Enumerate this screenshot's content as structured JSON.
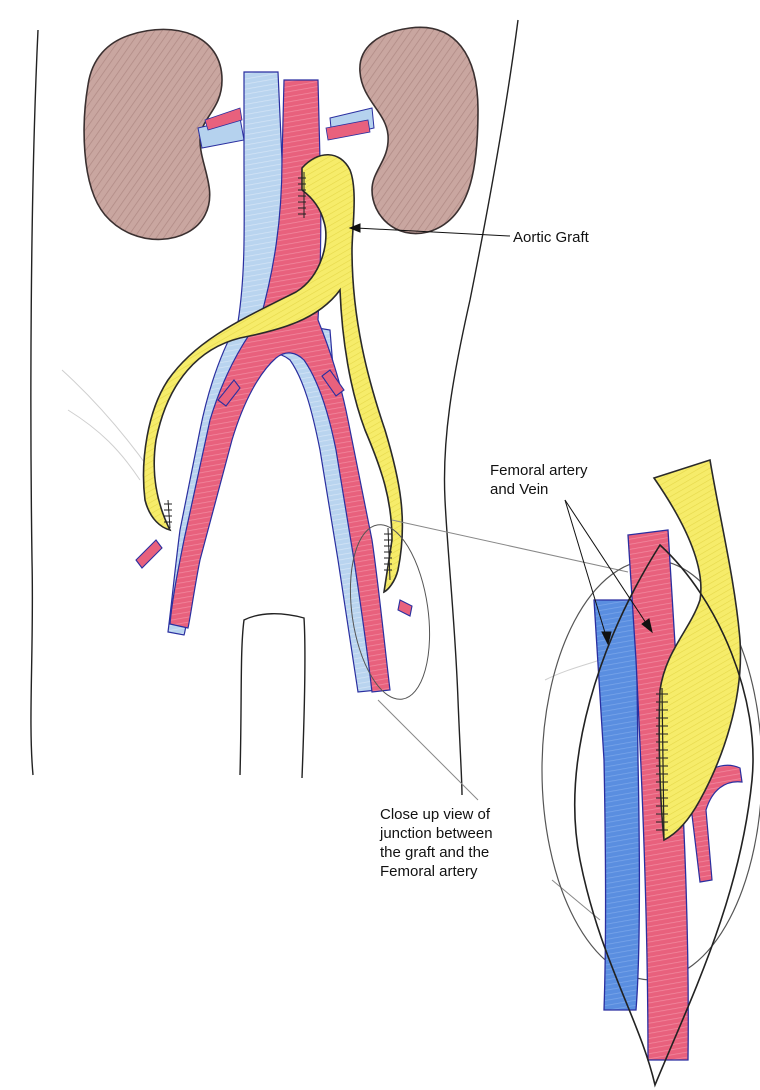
{
  "labels": {
    "aortic_graft": "Aortic Graft",
    "femoral": [
      "Femoral artery",
      "and Vein"
    ],
    "closeup": [
      "Close up view of",
      "junction between",
      "the graft and the",
      "Femoral artery"
    ]
  },
  "colors": {
    "kidney": "#c9a6a0",
    "kidney_outline": "#3a3030",
    "artery": "#e8617d",
    "artery_light": "#f0a0b0",
    "vein": "#b5d2ee",
    "vein_deep": "#5a8ee0",
    "graft": "#f6ec6a",
    "graft_outline": "#2a2a2a",
    "vein_outline": "#2a2fa0",
    "body_outline": "#222222"
  }
}
